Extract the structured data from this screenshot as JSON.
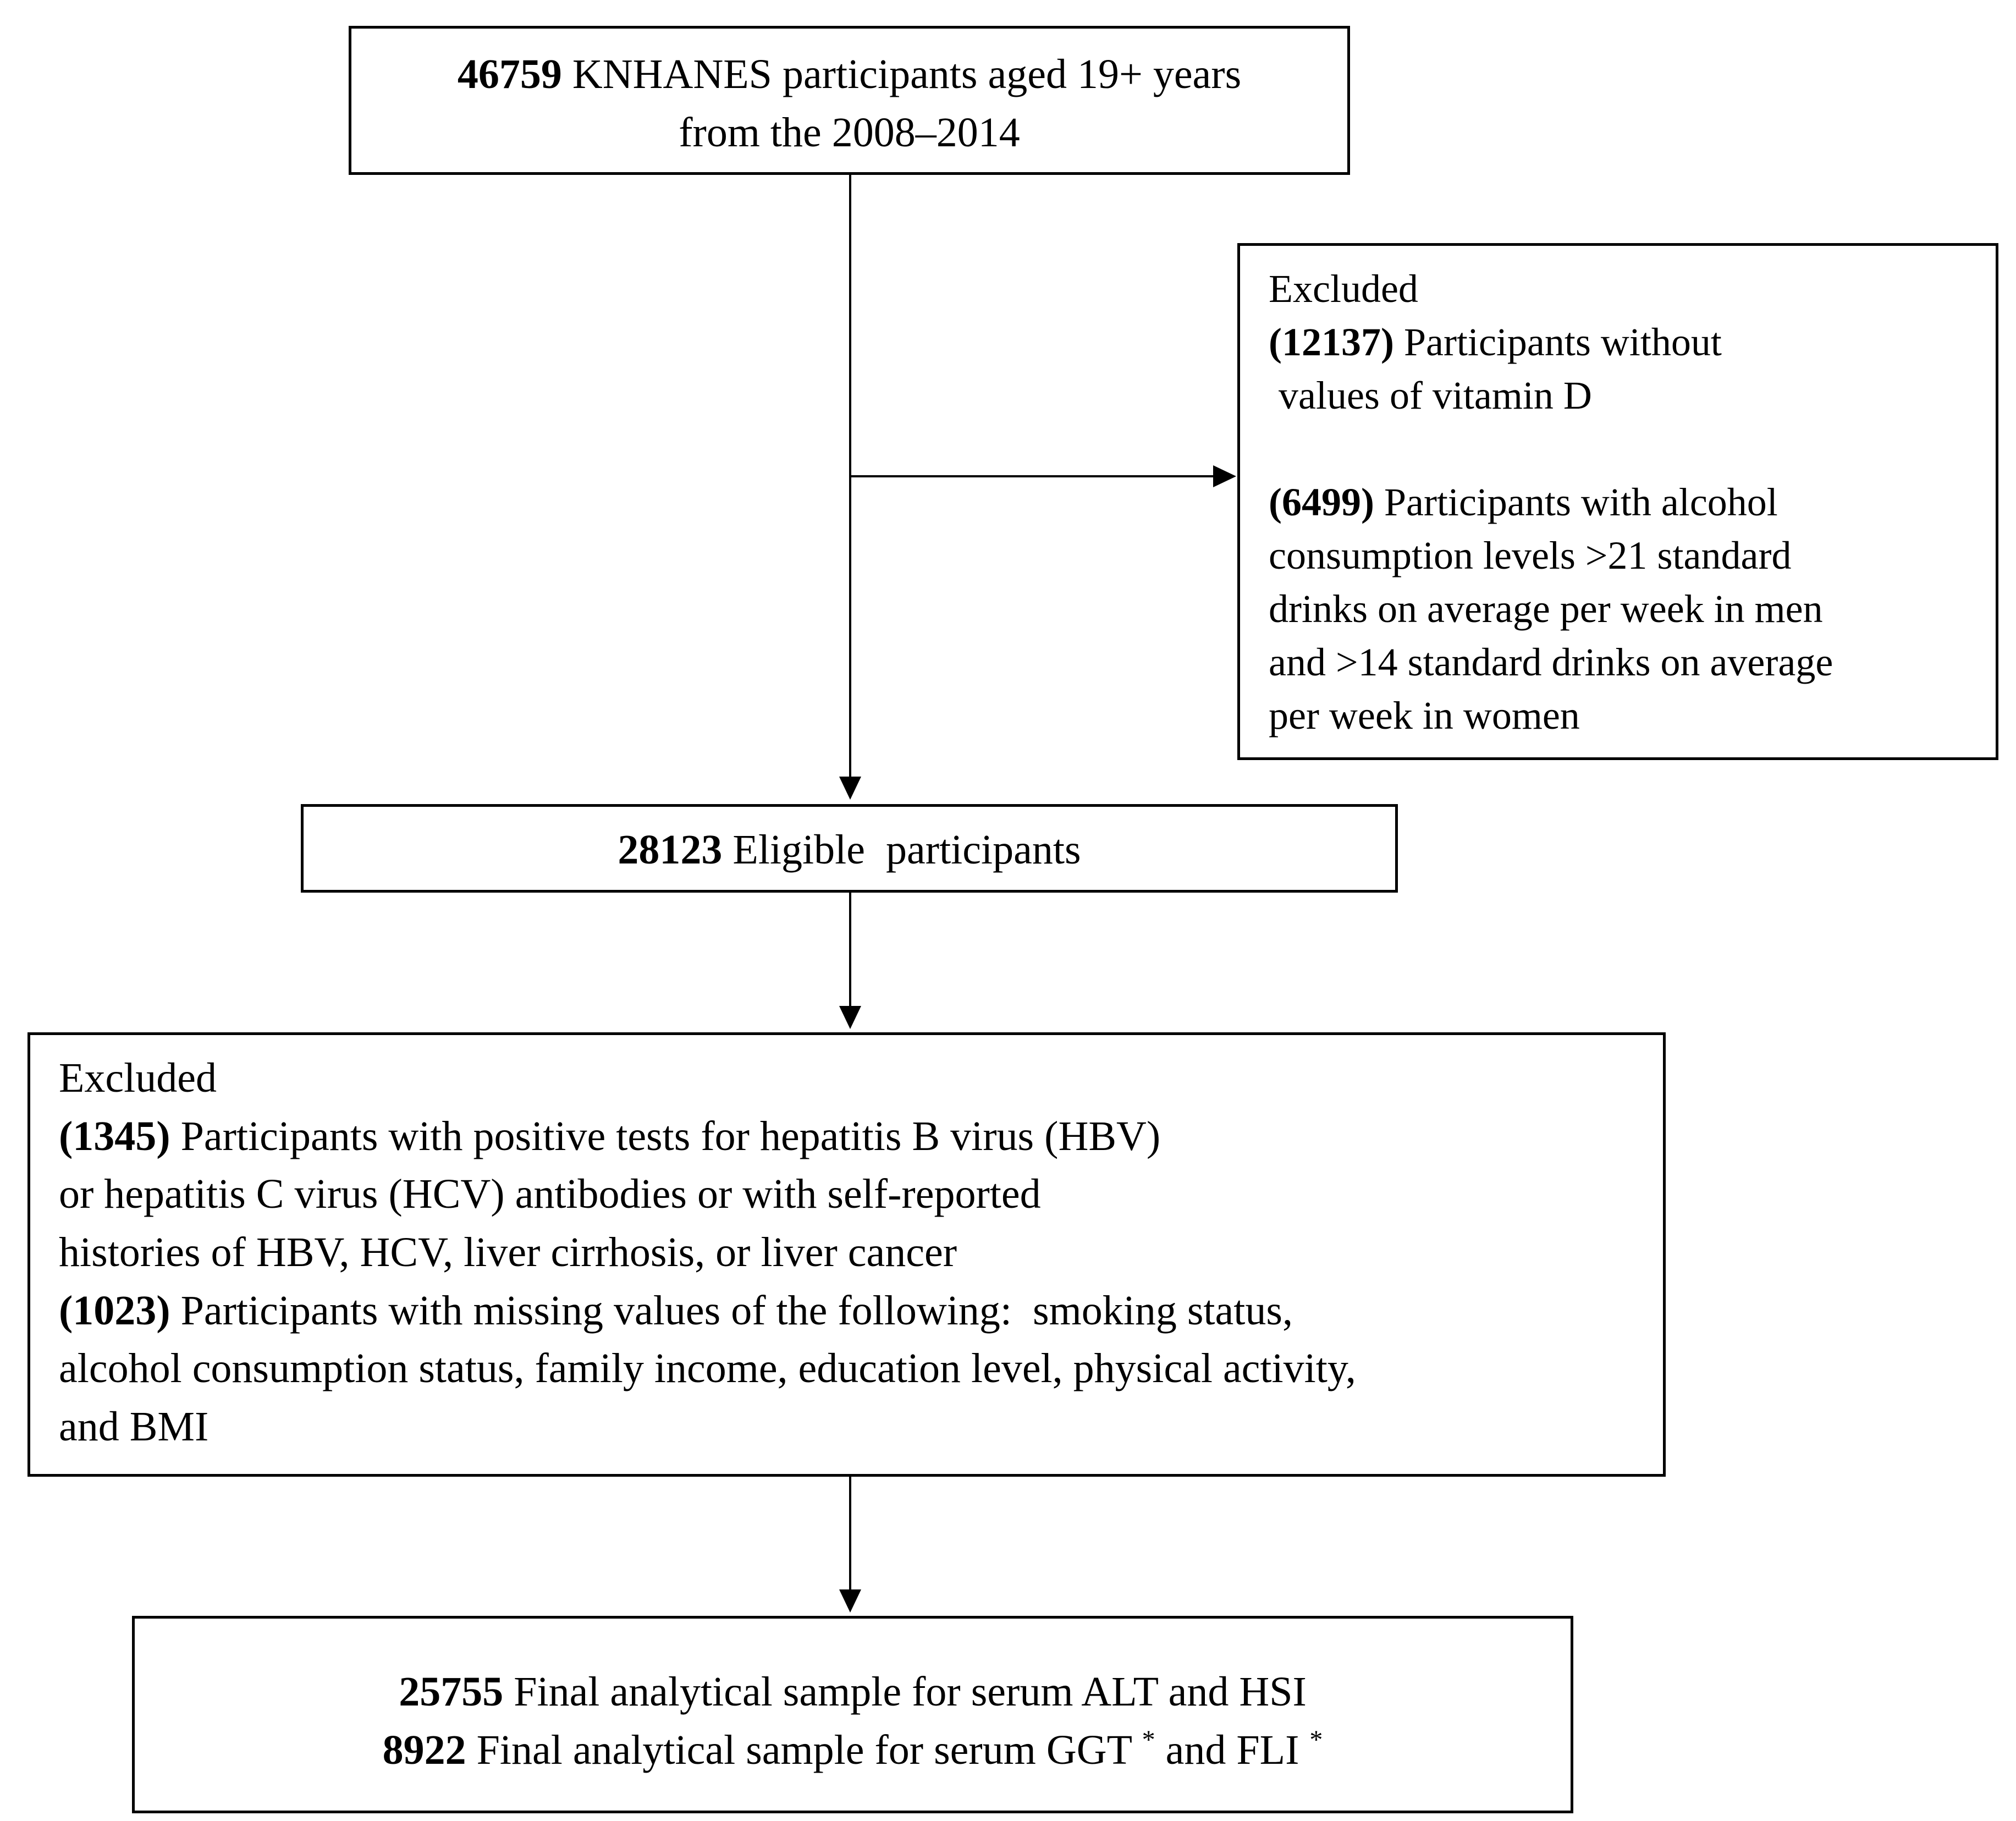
{
  "source": {
    "count": "46759",
    "text_line1": "KNHANES participants aged 19+ years",
    "text_line2": "from the 2008–2014"
  },
  "exclusion_1": {
    "heading": "Excluded",
    "item1_count": "(12137)",
    "item1_line1": "Participants without",
    "item1_line2": "values of vitamin D",
    "item2_count": "(6499)",
    "item2_line1": "Participants with alcohol",
    "item2_line2": "consumption levels >21 standard",
    "item2_line3": "drinks on average per week in men",
    "item2_line4": "and >14 standard drinks on average",
    "item2_line5": "per week in women"
  },
  "eligible": {
    "count": "28123",
    "text": "Eligible  participants"
  },
  "exclusion_2": {
    "heading": "Excluded",
    "item1_count": "(1345)",
    "item1_line1": "Participants with positive tests for hepatitis B virus (HBV)",
    "item1_line2": "or hepatitis C virus (HCV) antibodies or with self-reported",
    "item1_line3": "histories of HBV, HCV, liver cirrhosis, or liver cancer",
    "item2_count": "(1023)",
    "item2_line1": "Participants with missing values of the following:  smoking status,",
    "item2_line2": "alcohol consumption status, family income, education level, physical activity,",
    "item2_line3": "and BMI"
  },
  "final": {
    "row1_count": "25755",
    "row1_text": "Final analytical sample for serum ALT and HSI",
    "row2_count": "8922",
    "row2_text_a": "Final analytical sample for serum GGT",
    "row2_mark1": "*",
    "row2_text_b": "and FLI",
    "row2_mark2": "*"
  }
}
